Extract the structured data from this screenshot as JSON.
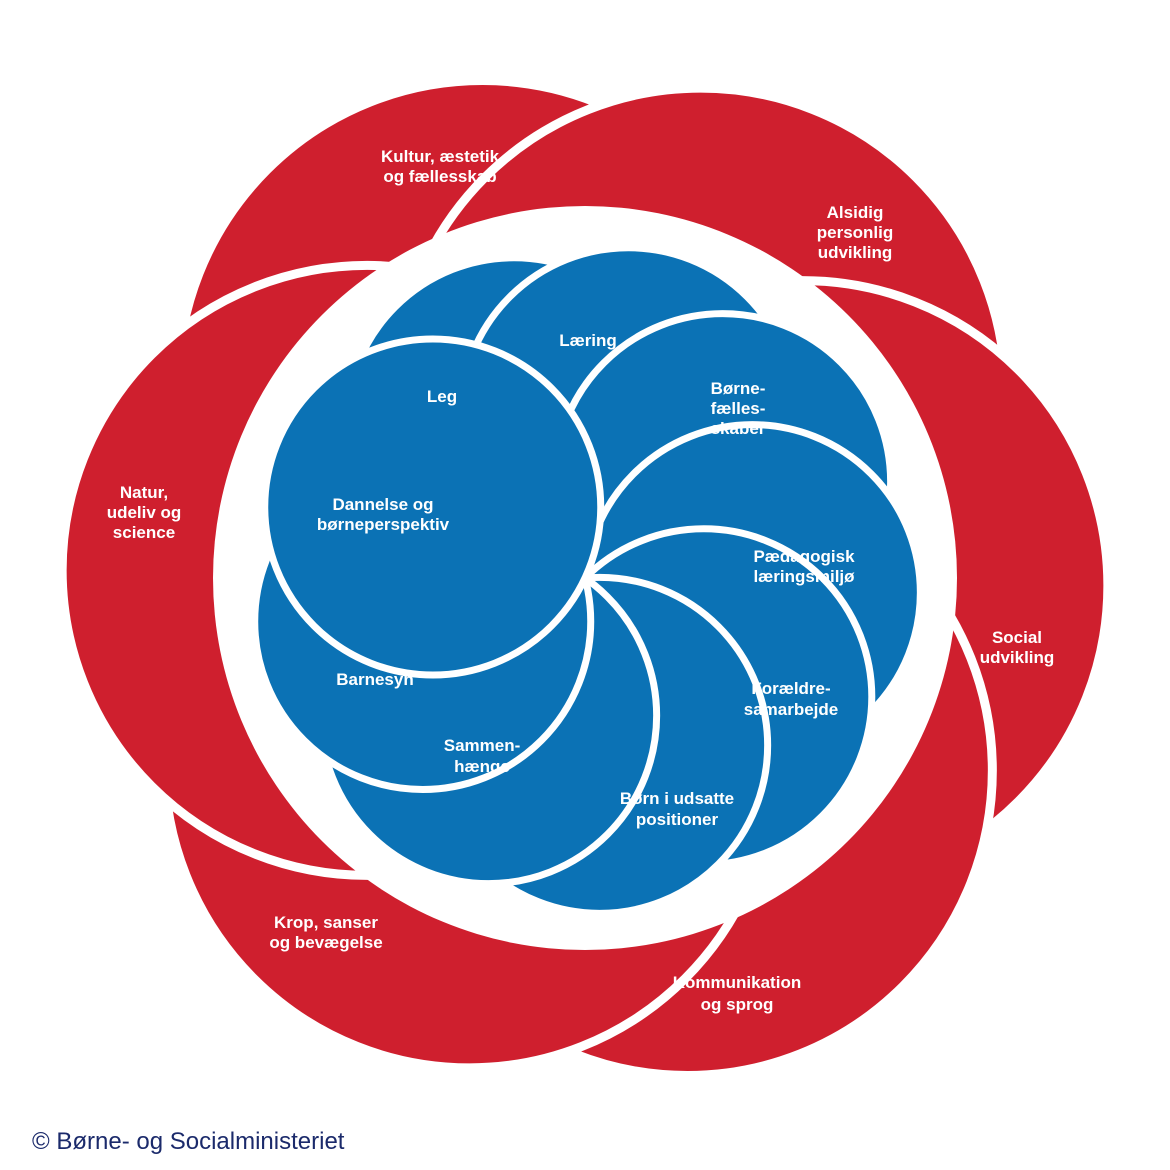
{
  "colors": {
    "red": "#cf1f2e",
    "blue": "#0b72b5",
    "gap": "#ffffff"
  },
  "outer_petals": [
    {
      "lines": [
        "Kultur, æstetik",
        "og fællesskab"
      ]
    },
    {
      "lines": [
        "Alsidig",
        "personlig",
        "udvikling"
      ]
    },
    {
      "lines": [
        "Social",
        "udvikling"
      ]
    },
    {
      "lines": [
        "Kommunikation",
        "og sprog"
      ]
    },
    {
      "lines": [
        "Krop, sanser",
        "og bevægelse"
      ]
    },
    {
      "lines": [
        "Natur,",
        "udeliv og",
        "science"
      ]
    }
  ],
  "inner_petals": [
    {
      "lines": [
        "Læring"
      ]
    },
    {
      "lines": [
        "Børne-",
        "fælles-",
        "skaber"
      ]
    },
    {
      "lines": [
        "Pædagogisk",
        "læringsmiljø"
      ]
    },
    {
      "lines": [
        "Forældre-",
        "samarbejde"
      ]
    },
    {
      "lines": [
        "Børn i udsatte",
        "positioner"
      ]
    },
    {
      "lines": [
        "Sammen-",
        "hænge"
      ]
    },
    {
      "lines": [
        "Barnesyn"
      ]
    },
    {
      "lines": [
        "Dannelse og",
        "børneperspektiv"
      ]
    },
    {
      "lines": [
        "Leg"
      ]
    }
  ],
  "copyright": "© Børne- og Socialministeriet"
}
